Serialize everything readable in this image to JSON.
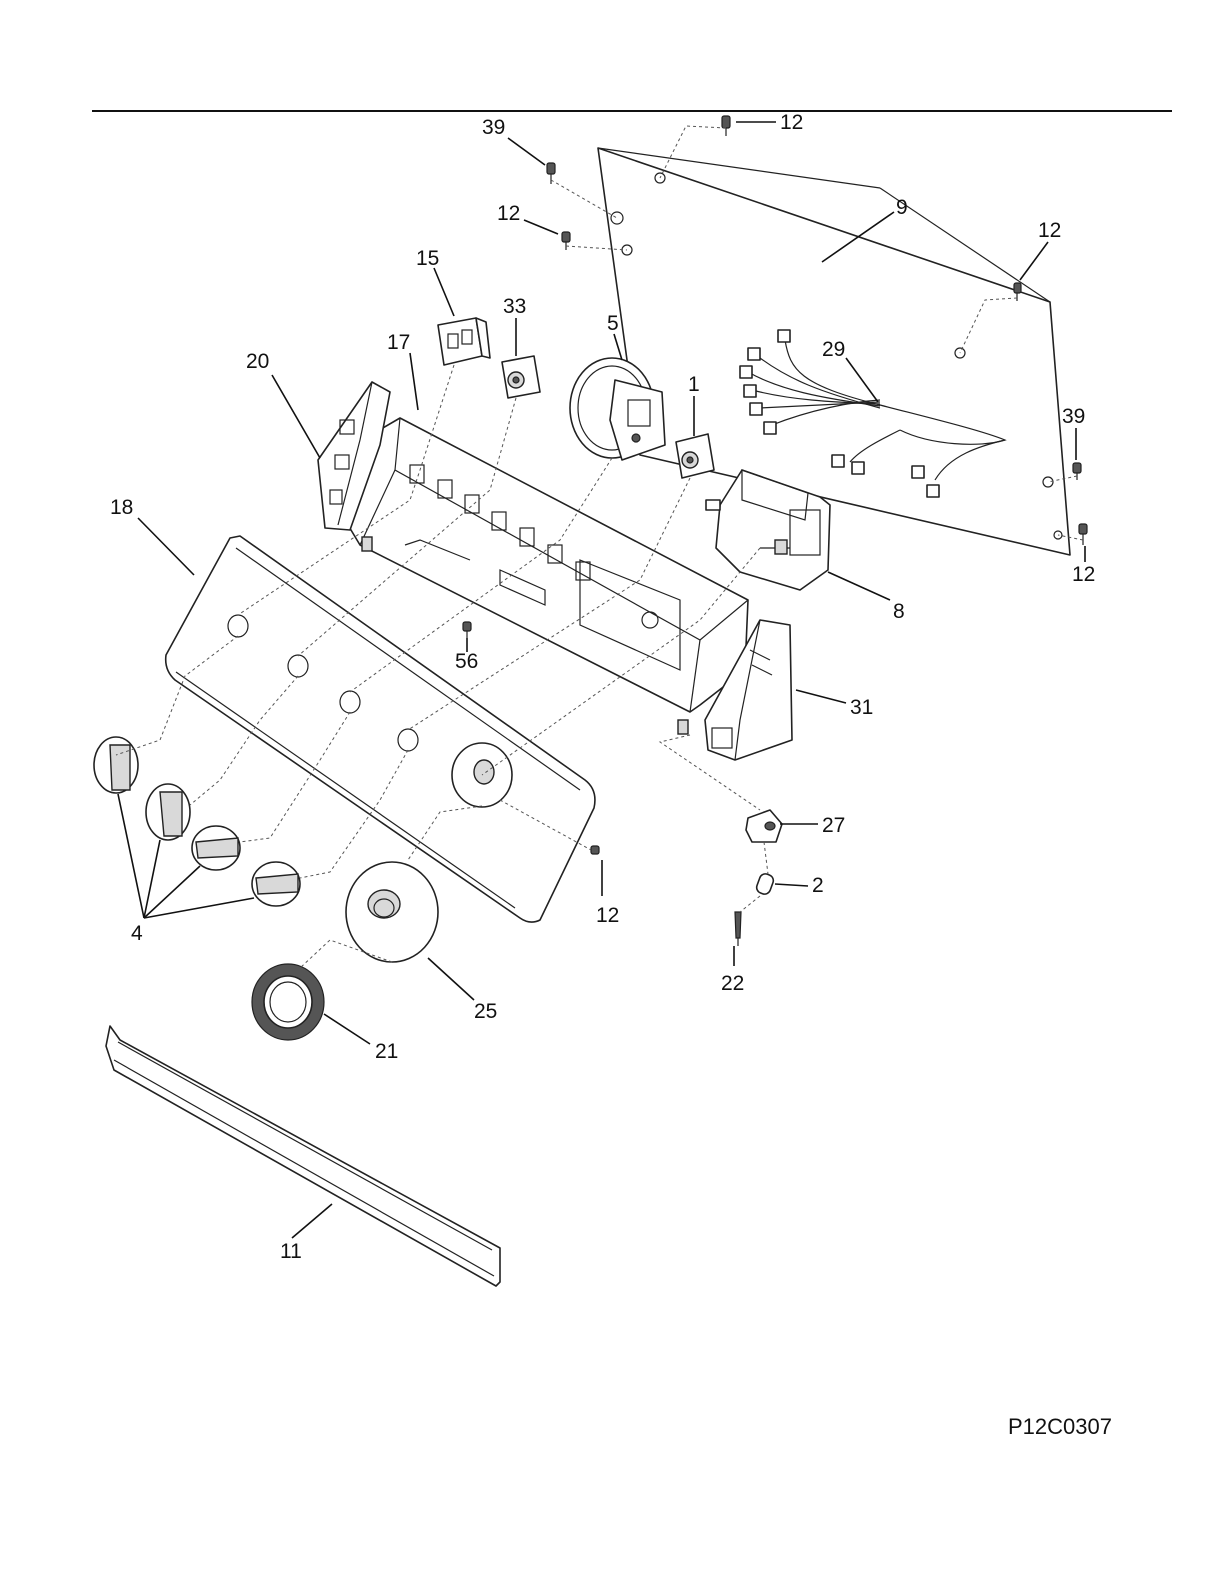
{
  "diagram": {
    "drawing_code": "P12C0307",
    "callouts": {
      "c39a": "39",
      "c12a": "12",
      "c12b": "12",
      "c9": "9",
      "c12c": "12",
      "c15": "15",
      "c33": "33",
      "c5": "5",
      "c29": "29",
      "c17": "17",
      "c20": "20",
      "c1": "1",
      "c39b": "39",
      "c18": "18",
      "c12d": "12",
      "c8": "8",
      "c56": "56",
      "c31": "31",
      "c27": "27",
      "c2": "2",
      "c4": "4",
      "c12e": "12",
      "c22": "22",
      "c25": "25",
      "c21": "21",
      "c11": "11"
    }
  }
}
